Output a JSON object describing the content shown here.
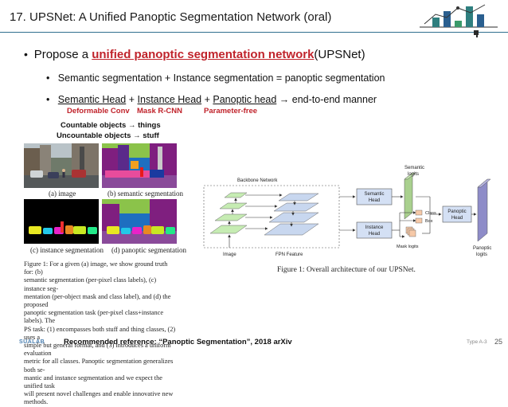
{
  "title": "17. UPSNet: A Unified Panoptic Segmentation Network (oral)",
  "bullets": {
    "b1_prefix": "Propose a ",
    "b1_highlight": "unified panoptic segmentation network",
    "b1_suffix": "(UPSNet)",
    "b2": "Semantic segmentation + Instance segmentation = panoptic segmentation",
    "b3_semantic": "Semantic Head",
    "b3_plus1": " + ",
    "b3_instance": "Instance Head",
    "b3_plus2": " + ",
    "b3_panoptic": "Panoptic head",
    "b3_arrow": " → end-to-end manner",
    "b3_sub1": "Deformable Conv",
    "b3_sub2": "Mask R-CNN",
    "b3_sub3": "Parameter-free"
  },
  "notes": {
    "countable": "Countable objects → things",
    "uncountable": "Uncountable objects → stuff"
  },
  "fig1": {
    "cap_a": "(a) image",
    "cap_b": "(b) semantic segmentation",
    "cap_c": "(c) instance segmentation",
    "cap_d": "(d) panoptic segmentation",
    "caption_lines": [
      "Figure 1: For a given (a) image, we show ground truth for: (b)",
      "semantic segmentation (per-pixel class labels), (c) instance seg-",
      "mentation (per-object mask and class label), and (d) the proposed",
      "panoptic segmentation task (per-pixel class+instance labels). The",
      "PS task: (1) encompasses both stuff and thing classes, (2) uses a",
      "simple but general format, and (3) introduces a uniform evaluation",
      "metric for all classes. Panoptic segmentation generalizes both se-",
      "mantic and instance segmentation and we expect the unified task",
      "will present novel challenges and enable innovative new methods."
    ]
  },
  "fig2": {
    "backbone": "Backbone Network",
    "image": "Image",
    "fpn": "FPN Feature",
    "semantic_head": [
      "Semantic",
      "Head"
    ],
    "instance_head": [
      "Instance",
      "Head"
    ],
    "semantic_logits": [
      "Semantic",
      "logits"
    ],
    "class": "Class",
    "box": "Box",
    "mask_logits": "Mask logits",
    "panoptic_head": [
      "Panoptic",
      "Head"
    ],
    "panoptic_logits": [
      "Panoptic",
      "logits"
    ],
    "caption": "Figure 1: Overall architecture of our UPSNet."
  },
  "footer": {
    "brand": "SUALAB",
    "reference": "Recommended reference: “Panoptic Segmentation”, 2018 arXiv",
    "type": "Type A-3",
    "page": "25"
  },
  "colors": {
    "accent_red": "#c0232b",
    "rule_blue": "#2f6f8f",
    "layer_green": "#c6ecb3",
    "layer_blue": "#c8d7ef",
    "head_blue": "#d4e0f4",
    "logits_green": "#a9d08e",
    "panoptic_purple": "#8e8cc8"
  }
}
